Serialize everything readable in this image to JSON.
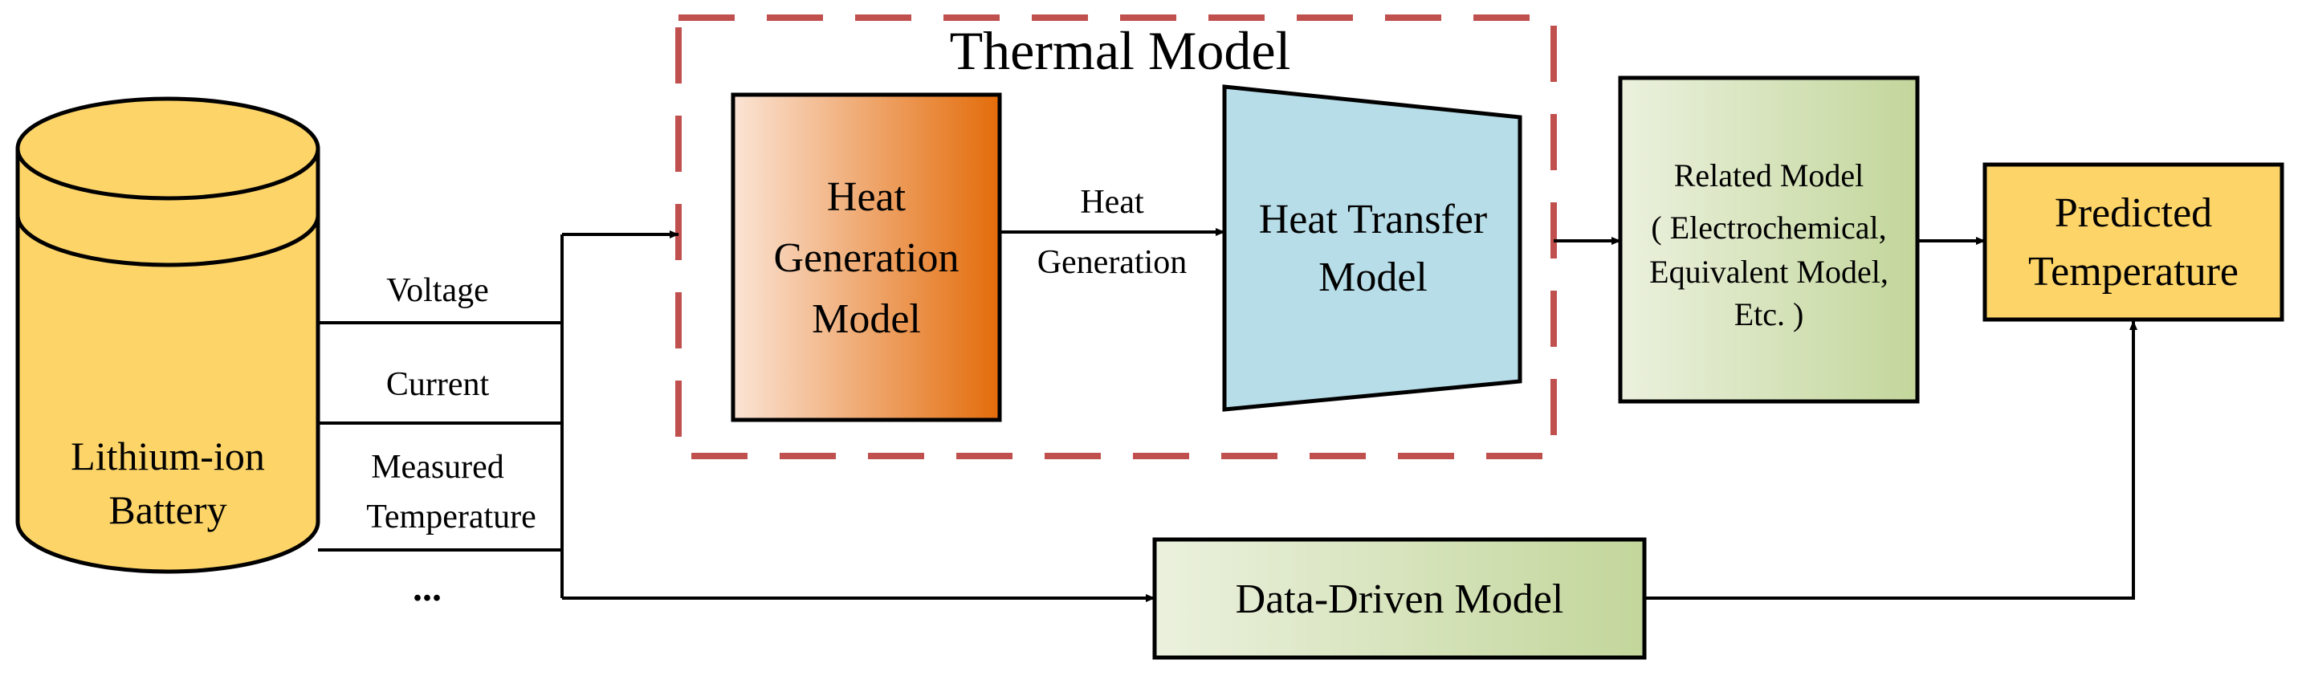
{
  "thermal_group": {
    "title": "Thermal Model"
  },
  "battery": {
    "label_line1": "Lithium-ion",
    "label_line2": "Battery"
  },
  "signals": {
    "voltage": "Voltage",
    "current": "Current",
    "measured_line1": "Measured",
    "measured_line2": "Temperature",
    "ellipsis": "..."
  },
  "heat_generation_model": {
    "line1": "Heat",
    "line2": "Generation",
    "line3": "Model"
  },
  "heat_generation_edge": {
    "line1": "Heat",
    "line2": "Generation"
  },
  "heat_transfer_model": {
    "line1": "Heat Transfer",
    "line2": "Model"
  },
  "related_model": {
    "line1": "Related Model",
    "line2": "( Electrochemical,",
    "line3": "Equivalent Model,",
    "line4": "Etc. )"
  },
  "predicted_temperature": {
    "line1": "Predicted",
    "line2": "Temperature"
  },
  "data_driven_model": {
    "label": "Data-Driven Model"
  },
  "colors": {
    "battery_fill": "#fdd468",
    "heat_gen_light": "#fbe4d5",
    "heat_gen_dark": "#e36c0a",
    "heat_transfer_fill": "#b7dde8",
    "green_light": "#ebf1de",
    "green_dark": "#c3d69b",
    "predicted_fill": "#fdd468",
    "dashed_border": "#c0504d"
  }
}
